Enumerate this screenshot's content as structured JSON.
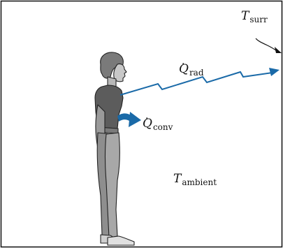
{
  "labels": {
    "t_surr": {
      "symbol": "T",
      "sub": "surr"
    },
    "q_rad": {
      "symbol": "Q",
      "sub": "rad",
      "dot": "·"
    },
    "q_conv": {
      "symbol": "Q",
      "sub": "conv",
      "dot": "·"
    },
    "t_ambient": {
      "symbol": "T",
      "sub": "ambient"
    }
  },
  "colors": {
    "arrow": "#1a6aa8",
    "frame": "#111111",
    "figure_dark": "#555555",
    "figure_mid": "#8a8a8a",
    "figure_light": "#b5b5b5",
    "figure_outline": "#222222"
  }
}
